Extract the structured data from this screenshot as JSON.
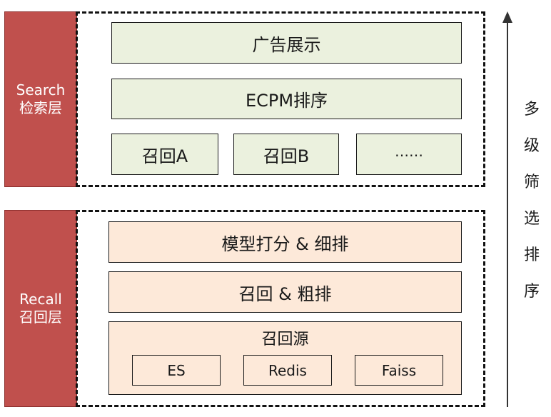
{
  "search_layer": {
    "label_en": "Search",
    "label_zh": "检索层",
    "ad_display": "广告展示",
    "ecpm_sort": "ECPM排序",
    "recall_a": "召回A",
    "recall_b": "召回B",
    "ellipsis": "……"
  },
  "recall_layer": {
    "label_en": "Recall",
    "label_zh": "召回层",
    "model_score": "模型打分 & 细排",
    "recall_coarse": "召回 & 粗排",
    "sources_title": "召回源",
    "sources": [
      "ES",
      "Redis",
      "Faiss"
    ]
  },
  "pipeline_arrow": {
    "label_chars": [
      "多",
      "级",
      "筛",
      "选",
      "排",
      "序"
    ]
  },
  "colors": {
    "band": "#c0504d",
    "search_box": "#ebf1de",
    "recall_box": "#fde9d9"
  }
}
